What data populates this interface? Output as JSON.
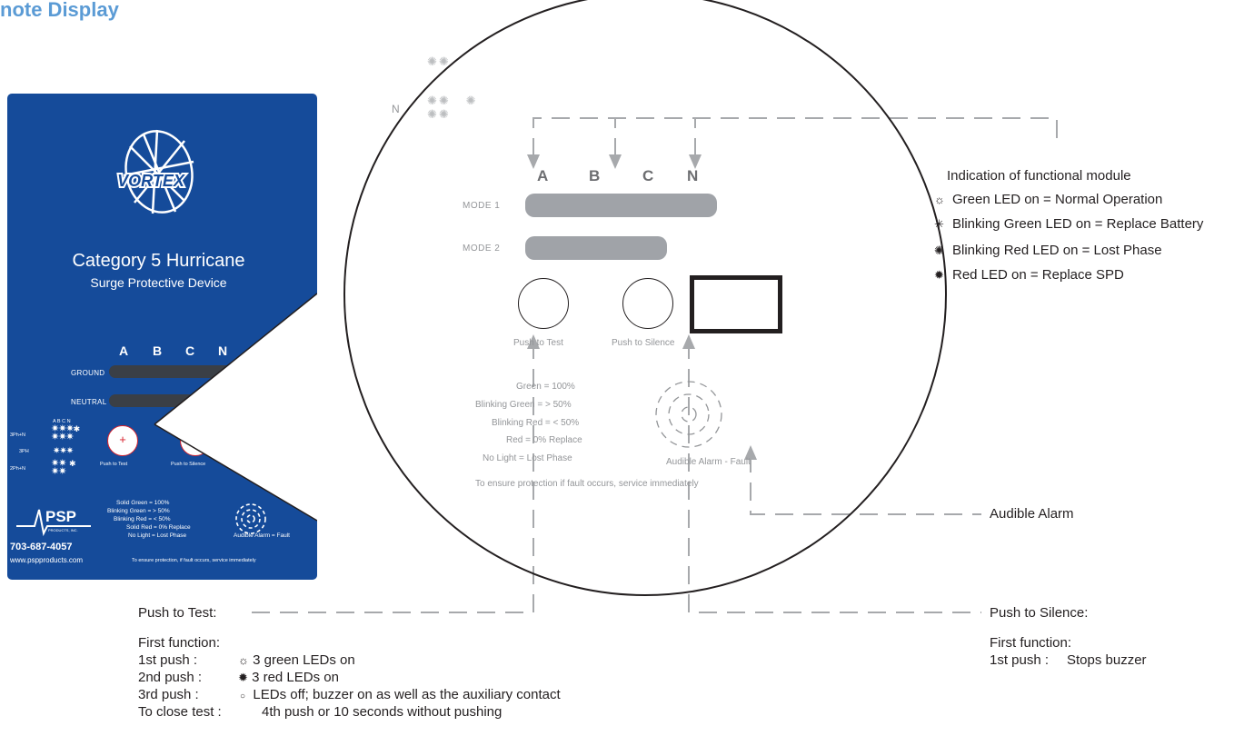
{
  "page": {
    "title": "note Display"
  },
  "device": {
    "brand": "VORTEX",
    "product_name": "Category 5 Hurricane",
    "product_subtitle": "Surge Protective Device",
    "columns": [
      "A",
      "B",
      "C",
      "N"
    ],
    "rows": [
      "GROUND",
      "NEUTRAL"
    ],
    "phase_header": "A B C N",
    "phase_labels": [
      "3Ph+N",
      "3PH",
      "2Ph+N"
    ],
    "buttons": [
      "Push to Test",
      "Push to Silence"
    ],
    "legend": [
      "Solid Green = 100%",
      "Blinking Green = > 50%",
      "Blinking Red = < 50%",
      "Solid Red = 0% Replace",
      "No Light = Lost Phase"
    ],
    "alarm_label": "Audible Alarm = Fault",
    "company": "PSP",
    "company_sub": "PRODUCTS, INC.",
    "phone": "703-687-4057",
    "website": "www.pspproducts.com",
    "footer": "To ensure protection, if fault occurs, service immediately"
  },
  "zoom": {
    "partial_top": "N",
    "columns": [
      "A",
      "B",
      "C",
      "N"
    ],
    "modes": [
      "MODE 1",
      "MODE 2"
    ],
    "mode_levels": [
      0.62,
      0.46
    ],
    "buttons": [
      "Push to Test",
      "Push to Silence"
    ],
    "legend": [
      "Green  = 100%",
      "Blinking Green = > 50%",
      "Blinking Red = < 50%",
      "Red  = 0% Replace",
      "No Light = Lost Phase"
    ],
    "alarm_label": "Audible Alarm - Fault",
    "footer": "To ensure protection if fault occurs, service immediately"
  },
  "indication": {
    "title": "Indication of functional module",
    "items": [
      {
        "icon": "green-led-on-icon",
        "text": "Green LED on = Normal Operation"
      },
      {
        "icon": "blinking-green-led-icon",
        "text": "Blinking Green LED on = Replace Battery"
      },
      {
        "icon": "blinking-red-led-icon",
        "text": "Blinking Red LED on = Lost Phase"
      },
      {
        "icon": "red-led-on-icon",
        "text": "Red LED on = Replace SPD"
      }
    ]
  },
  "audible_alarm": {
    "label": "Audible Alarm"
  },
  "push_to_test": {
    "label": "Push to Test:",
    "first_function": "First function:",
    "steps": [
      {
        "push": "1st push :",
        "icon": "green-led-icon",
        "text": "3 green LEDs on"
      },
      {
        "push": "2nd push :",
        "icon": "red-led-icon",
        "text": "3 red LEDs on"
      },
      {
        "push": "3rd push :",
        "icon": "led-off-icon",
        "text": "LEDs off; buzzer on as well as the auxiliary contact"
      },
      {
        "push": "To close test :",
        "icon": "",
        "text": "4th push or 10 seconds without pushing"
      }
    ]
  },
  "push_to_silence": {
    "label": "Push to Silence:",
    "first_function": "First function:",
    "step_push": "1st push :",
    "step_text": "Stops buzzer"
  },
  "colors": {
    "panel": "#154b9a",
    "title": "#5b9bd5",
    "bar": "#a0a3a8",
    "dashed": "#a7a9ac",
    "led_red": "#d9232e",
    "display": "#8fd3f4"
  }
}
